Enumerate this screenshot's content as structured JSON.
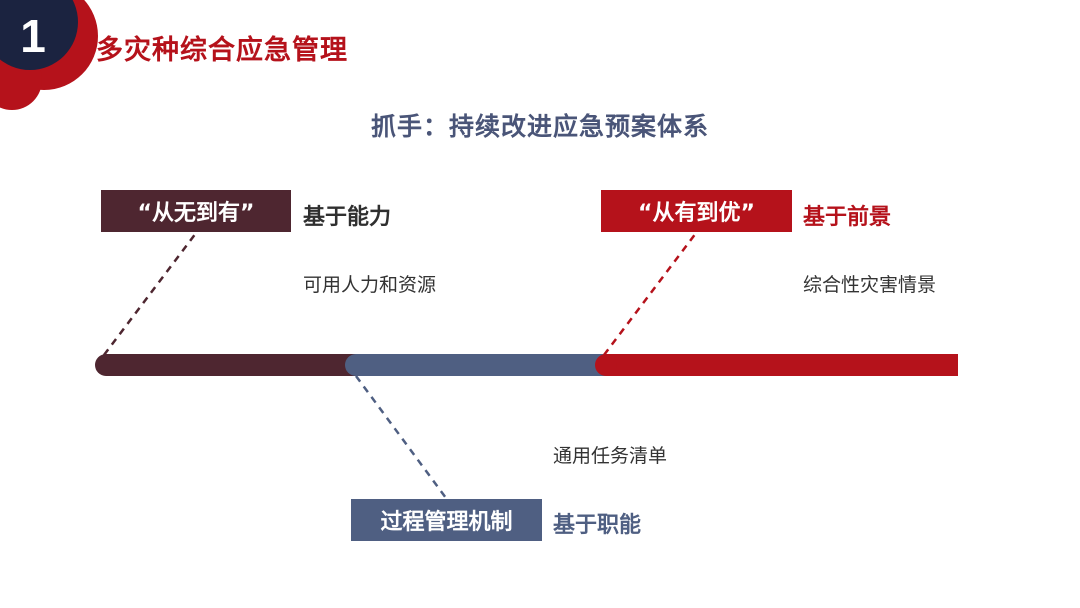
{
  "header": {
    "section_number": "1",
    "title": "多灾种综合应急管理"
  },
  "subtitle": "抓手：持续改进应急预案体系",
  "stages": [
    {
      "label": "“从无到有”",
      "basis": "基于能力",
      "note": "可用人力和资源",
      "color": "#4e2630"
    },
    {
      "label": "过程管理机制",
      "basis": "基于职能",
      "note": "通用任务清单",
      "color": "#4f5f82"
    },
    {
      "label": "“从有到优”",
      "basis": "基于前景",
      "note": "综合性灾害情景",
      "color": "#b5121b"
    }
  ],
  "colors": {
    "accent": "#b5121b",
    "navy": "#1b2340",
    "maroon": "#4e2630",
    "slate": "#4f5f82"
  }
}
